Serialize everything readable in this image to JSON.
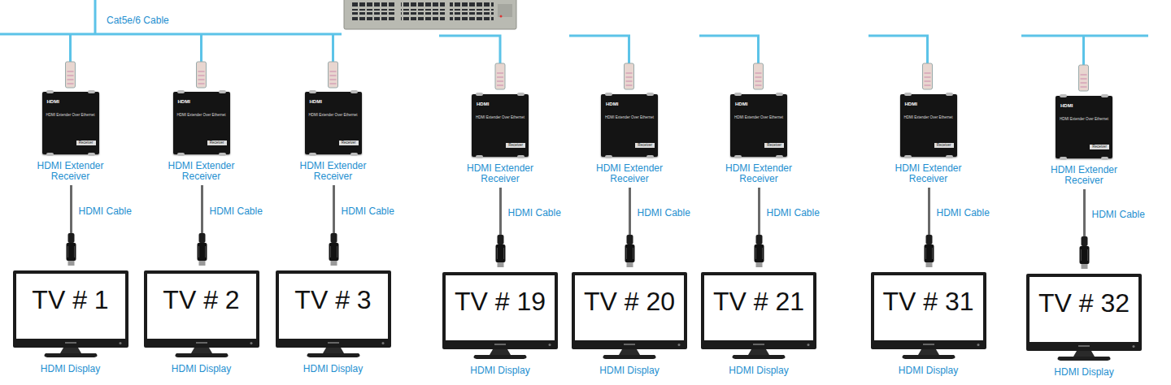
{
  "diagram": {
    "nodes": [
      {
        "text": [
          "HDMI",
          "HDMI Extender Over Ethernet",
          "Receiver",
          "HDMI Extender Receiver"
        ]
      },
      {
        "text": [
          "HDMI",
          "HDMI Extender Over Ethernet",
          "Receiver",
          "HDMI Extender Receiver"
        ]
      },
      {
        "text": [
          "HDMI",
          "HDMI Extender Over Ethernet",
          "Receiver",
          "HDMI Extender Receiver"
        ]
      },
      {
        "text": [
          "HDMI",
          "HDMI Extender Over Ethernet",
          "Receiver",
          "HDMI Extender Receiver"
        ]
      },
      {
        "text": [
          "HDMI",
          "HDMI Extender Over Ethernet",
          "Receiver",
          "HDMI Extender Receiver"
        ]
      },
      {
        "text": [
          "HDMI",
          "HDMI Extender Over Ethernet",
          "Receiver",
          "HDMI Extender Receiver"
        ]
      },
      {
        "text": [
          "HDMI",
          "HDMI Extender Over Ethernet",
          "Receiver",
          "HDMI Extender Receiver"
        ]
      },
      {
        "text": [
          "HDMI",
          "HDMI Extender Over Ethernet",
          "Receiver",
          "HDMI Extender Receiver"
        ]
      },
      {
        "text": [
          "TV # 1",
          "HDMI Display"
        ]
      },
      {
        "text": [
          "TV # 2",
          "HDMI Display"
        ]
      },
      {
        "text": [
          "TV # 3",
          "HDMI Display"
        ]
      },
      {
        "text": [
          "TV # 19",
          "HDMI Display"
        ]
      },
      {
        "text": [
          "TV # 20",
          "HDMI Display"
        ]
      },
      {
        "text": [
          "TV # 21",
          "HDMI Display"
        ]
      },
      {
        "text": [
          "TV # 31",
          "HDMI Display"
        ]
      },
      {
        "text": [
          "TV # 32",
          "HDMI Display"
        ]
      }
    ],
    "edges": [
      {
        "from": 0,
        "to": 8,
        "label": "HDMI Cable",
        "arrow": "none"
      },
      {
        "from": 1,
        "to": 9,
        "label": "HDMI Cable",
        "arrow": "none"
      },
      {
        "from": 2,
        "to": 10,
        "label": "HDMI Cable",
        "arrow": "none"
      },
      {
        "from": 3,
        "to": 11,
        "label": "HDMI Cable",
        "arrow": "none"
      },
      {
        "from": 4,
        "to": 12,
        "label": "HDMI Cable",
        "arrow": "none"
      },
      {
        "from": 5,
        "to": 13,
        "label": "HDMI Cable",
        "arrow": "none"
      },
      {
        "from": 6,
        "to": 14,
        "label": "HDMI Cable",
        "arrow": "none"
      },
      {
        "from": 7,
        "to": 15,
        "label": "HDMI Cable",
        "arrow": "none"
      }
    ],
    "labels": [
      "Cat5e/6 Cable"
    ]
  }
}
